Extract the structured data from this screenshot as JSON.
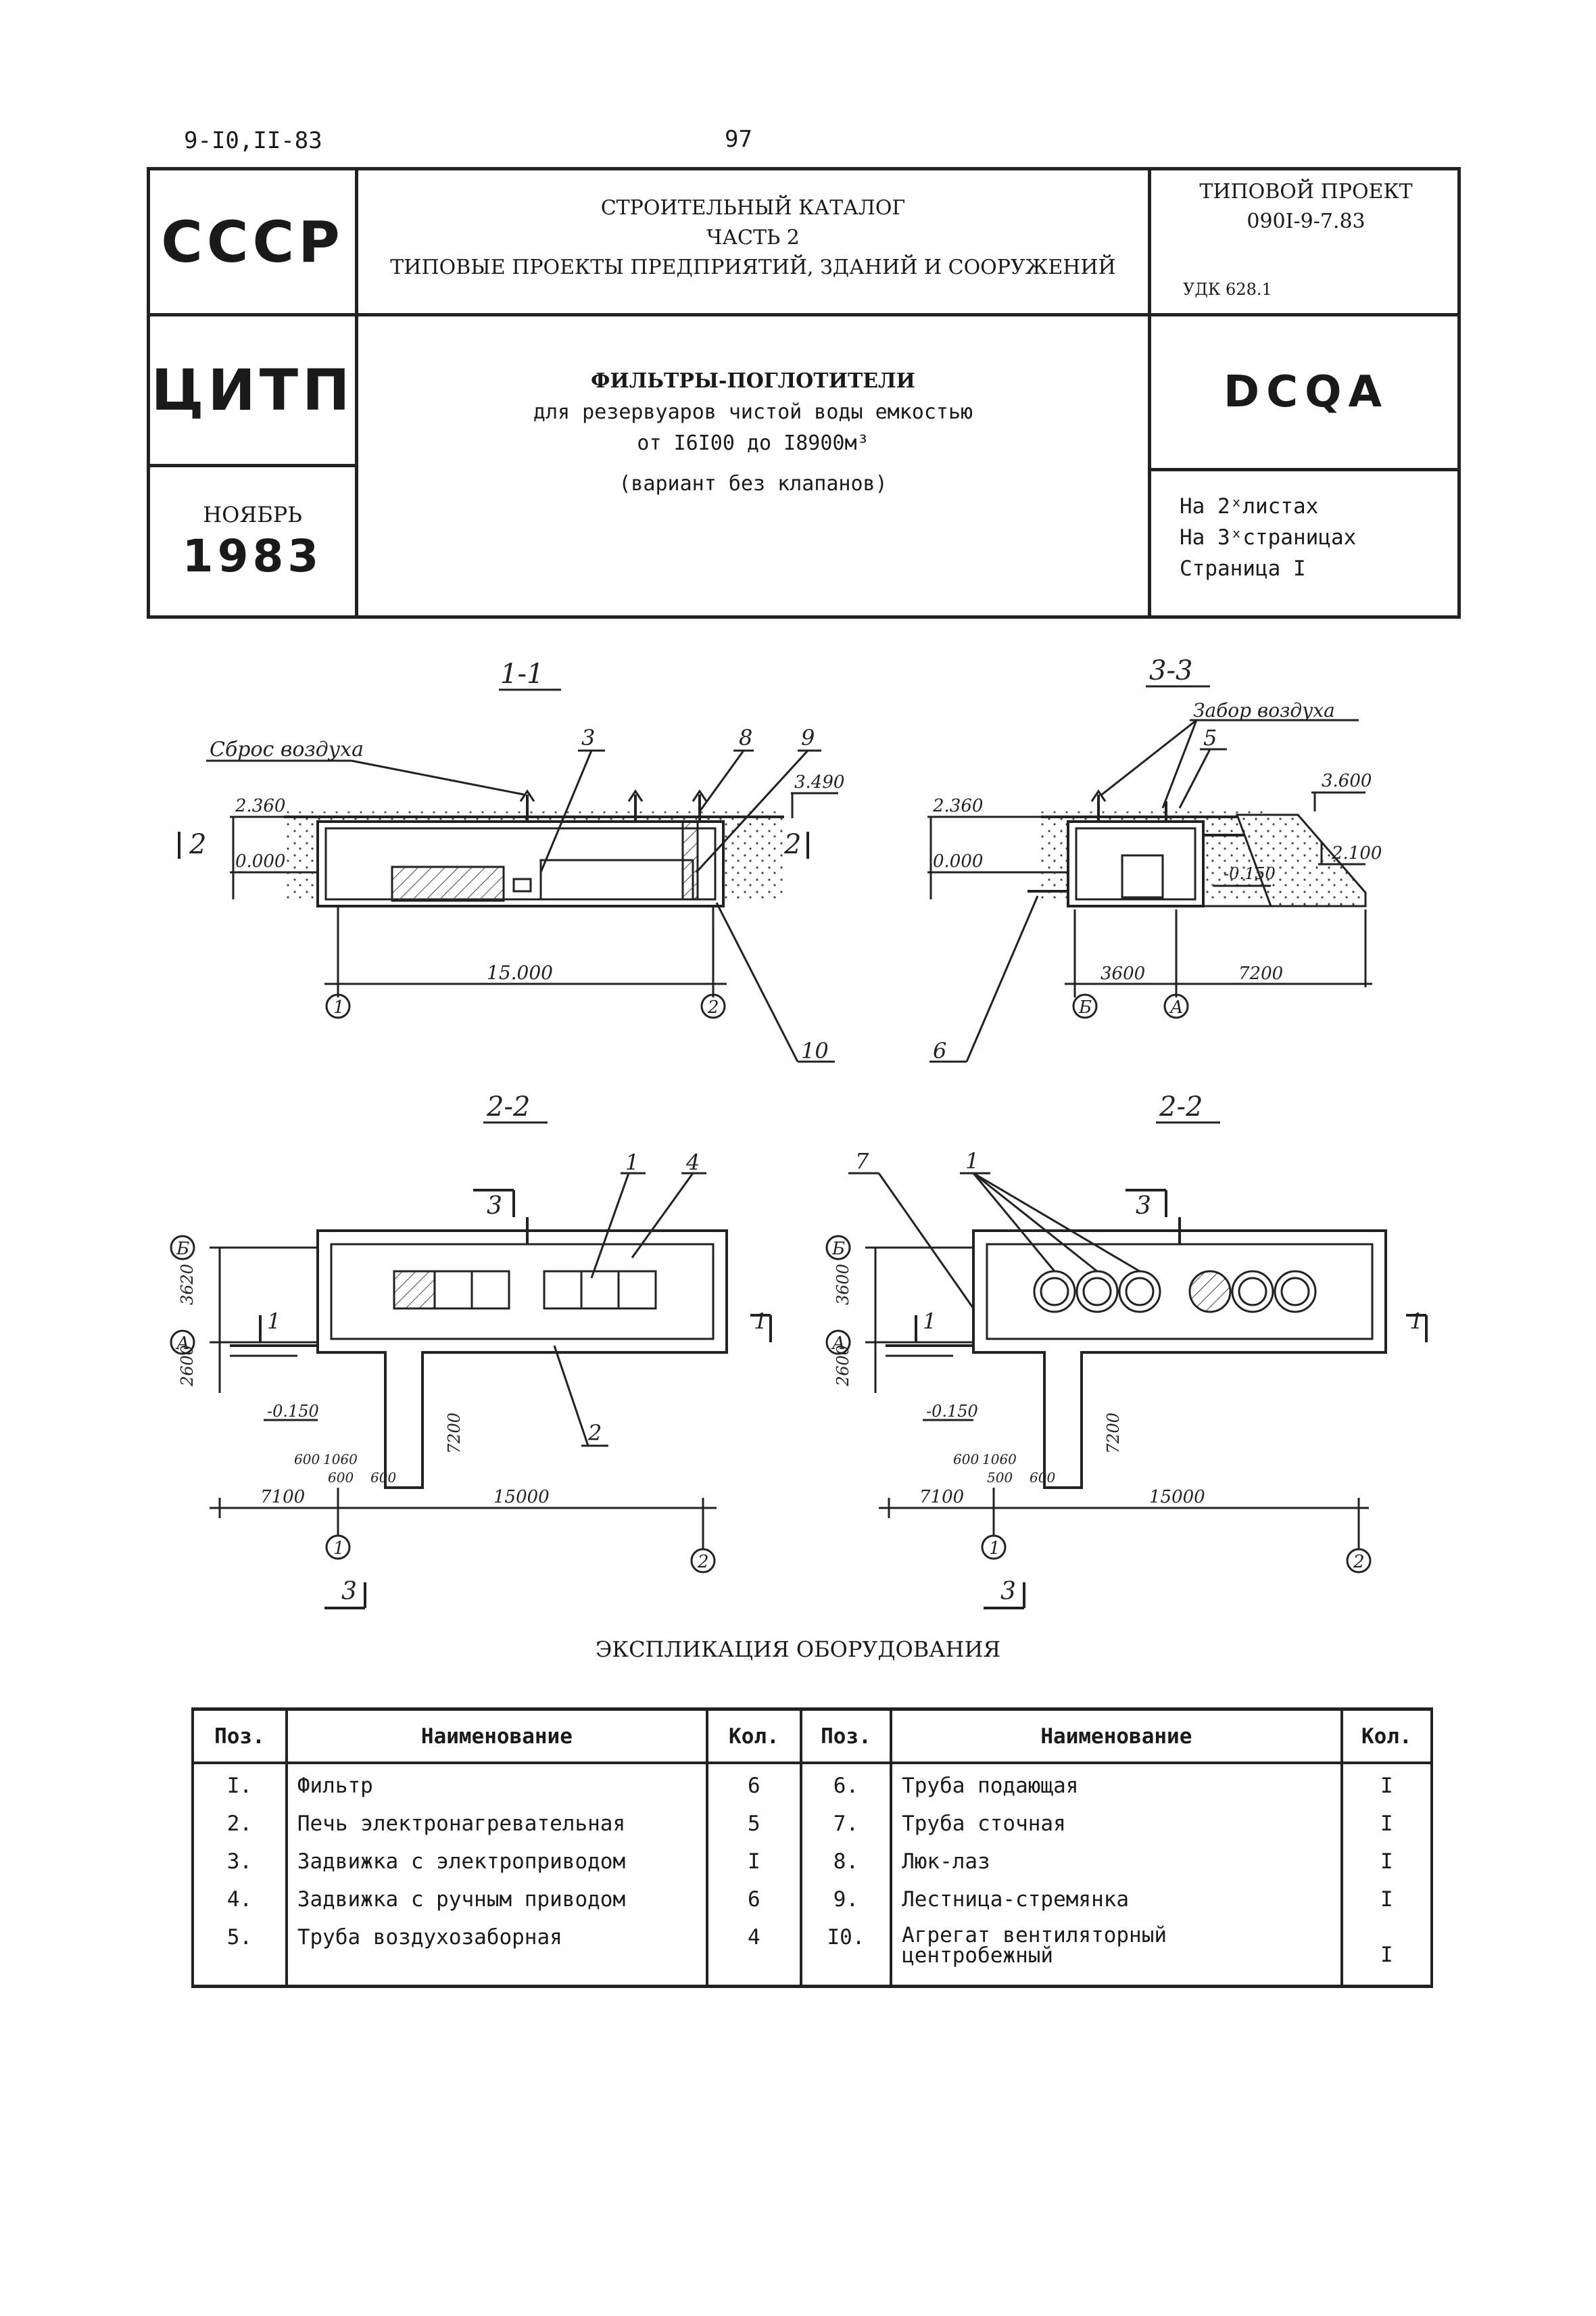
{
  "page": {
    "code": "9-I0,II-83",
    "number": "97"
  },
  "header": {
    "ussr": "СССР",
    "citp": "ЦИТП",
    "month": "НОЯБРЬ",
    "year": "1983",
    "catalog_line1": "СТРОИТЕЛЬНЫЙ КАТАЛОГ",
    "catalog_line2": "ЧАСТЬ 2",
    "catalog_line3": "ТИПОВЫЕ ПРОЕКТЫ ПРЕДПРИЯТИЙ, ЗДАНИЙ И СООРУЖЕНИЙ",
    "project_label": "ТИПОВОЙ ПРОЕКТ",
    "project_code": "090I-9-7.83",
    "udk": "УДК 628.1",
    "title": "ФИЛЬТРЫ-ПОГЛОТИТЕЛИ",
    "title_line2": "для резервуаров чистой воды емкостью",
    "title_line3": "от I6I00 до I8900м³",
    "title_line4": "(вариант без клапанов)",
    "catalog_code": "DCQA",
    "sheets": "На 2ˣлистах",
    "pages": "На 3ˣстраницах",
    "page_no": "Страница I"
  },
  "drawings": {
    "section_1_1": {
      "title": "1-1",
      "air_outlet": "Сброс воздуха",
      "elev_top": "2.360",
      "elev_zero": "0.000",
      "elev_right": "3.490",
      "span": "15.000",
      "axis_left": "1",
      "axis_right": "2",
      "cut_mark": "2",
      "callouts": [
        "3",
        "8",
        "9",
        "10"
      ]
    },
    "section_3_3": {
      "title": "3-3",
      "air_intake": "Забор воздуха",
      "elev_top": "2.360",
      "elev_zero": "0.000",
      "elev_right": "3.600",
      "elev_mid": "2.100",
      "elev_low": "-0.150",
      "span_left": "3600",
      "span_right": "7200",
      "axis_left": "Б",
      "axis_right": "А",
      "callouts": [
        "5",
        "6"
      ]
    },
    "plan_left": {
      "title": "2-2",
      "dim_height": "3620",
      "dim_low": "2600",
      "dim_side": "7200",
      "dim_span_left": "7100",
      "dim_span": "15000",
      "elev": "-0.150",
      "dims_small": [
        "600",
        "1060",
        "600",
        "600"
      ],
      "axis_top": "Б",
      "axis_mid": "А",
      "axis_bottom_left": "1",
      "axis_bottom_right": "2",
      "cut_top": "3",
      "cut_bottom": "3",
      "cut_right": "1",
      "cut_left": "1",
      "callouts": [
        "1",
        "4",
        "2"
      ]
    },
    "plan_right": {
      "title": "2-2",
      "dim_height": "3600",
      "dim_low": "2600",
      "dim_side": "7200",
      "dim_span_left": "7100",
      "dim_span": "15000",
      "elev": "-0.150",
      "dims_small": [
        "600",
        "1060",
        "500",
        "600"
      ],
      "axis_top": "Б",
      "axis_mid": "А",
      "axis_bottom_left": "1",
      "axis_bottom_right": "2",
      "cut_top": "3",
      "cut_bottom": "3",
      "cut_right": "1",
      "cut_left": "1",
      "callouts": [
        "7",
        "1"
      ]
    }
  },
  "explication": {
    "title": "ЭКСПЛИКАЦИЯ ОБОРУДОВАНИЯ",
    "headers": [
      "Поз.",
      "Наименование",
      "Кол.",
      "Поз.",
      "Наименование",
      "Кол."
    ],
    "rows": [
      {
        "pos1": "I.",
        "name1": "Фильтр",
        "qty1": "6",
        "pos2": "6.",
        "name2": "Труба подающая",
        "qty2": "I"
      },
      {
        "pos1": "2.",
        "name1": "Печь электронагревательная",
        "qty1": "5",
        "pos2": "7.",
        "name2": "Труба сточная",
        "qty2": "I"
      },
      {
        "pos1": "3.",
        "name1": "Задвижка с электроприводом",
        "qty1": "I",
        "pos2": "8.",
        "name2": "Люк-лаз",
        "qty2": "I"
      },
      {
        "pos1": "4.",
        "name1": "Задвижка с ручным приводом",
        "qty1": "6",
        "pos2": "9.",
        "name2": "Лестница-стремянка",
        "qty2": "I"
      },
      {
        "pos1": "5.",
        "name1": "Труба воздухозаборная",
        "qty1": "4",
        "pos2": "I0.",
        "name2": "Агрегат вентиляторный центробежный",
        "qty2": "I"
      }
    ]
  }
}
